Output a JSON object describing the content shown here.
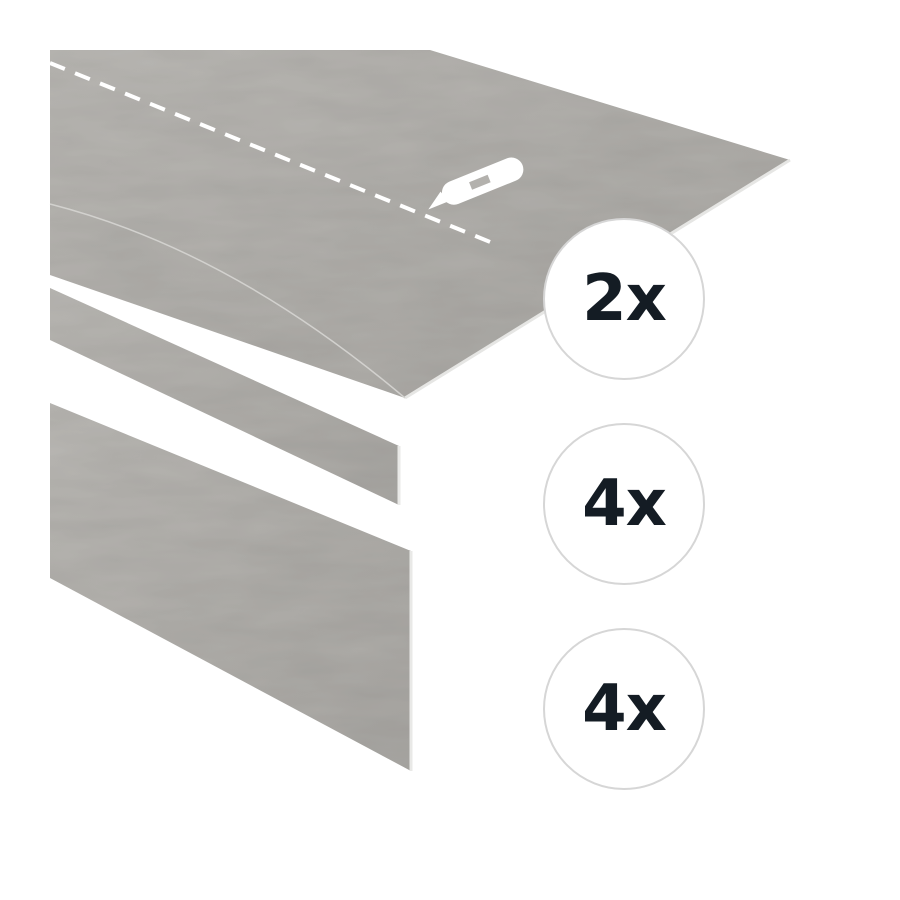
{
  "colors": {
    "panel_fill": "#b3b1ad",
    "panel_edge": "#e9e9e7",
    "cut_line": "#ffffff",
    "badge_border": "#d6d6d6",
    "badge_text": "#141c24"
  },
  "icons": {
    "cutter": "utility-knife-icon",
    "cut_line": "dashed-cut-line"
  },
  "badges": [
    {
      "label": "2x"
    },
    {
      "label": "4x"
    },
    {
      "label": "4x"
    }
  ]
}
